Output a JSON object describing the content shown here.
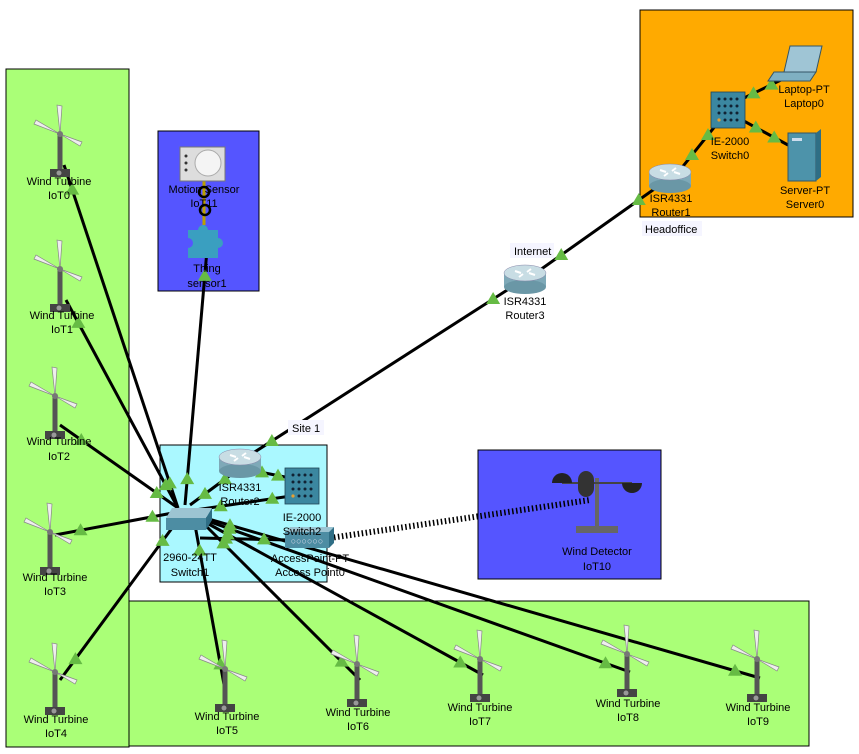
{
  "colors": {
    "iot_zone": "#aaff77",
    "sensor_zone": "#5555ff",
    "site_zone": "#aaf8ff",
    "headoffice_zone": "#ffaa00",
    "link": "#000000",
    "link_status": "#66bb44"
  },
  "notes": {
    "internet": "Internet",
    "site1": "Site 1",
    "headoffice": "Headoffice"
  },
  "devices": {
    "iot0": {
      "type": "Wind Turbine",
      "name": "IoT0"
    },
    "iot1": {
      "type": "Wind Turbine",
      "name": "IoT1"
    },
    "iot2": {
      "type": "Wind Turbine",
      "name": "IoT2"
    },
    "iot3": {
      "type": "Wind Turbine",
      "name": "IoT3"
    },
    "iot4": {
      "type": "Wind Turbine",
      "name": "IoT4"
    },
    "iot5": {
      "type": "Wind Turbine",
      "name": "IoT5"
    },
    "iot6": {
      "type": "Wind Turbine",
      "name": "IoT6"
    },
    "iot7": {
      "type": "Wind Turbine",
      "name": "IoT7"
    },
    "iot8": {
      "type": "Wind Turbine",
      "name": "IoT8"
    },
    "iot9": {
      "type": "Wind Turbine",
      "name": "IoT9"
    },
    "motion": {
      "type": "Motion Sensor",
      "name": "IoT11"
    },
    "thing": {
      "type": "Thing",
      "name": "sensor1"
    },
    "switch1": {
      "type": "2960-24TT",
      "name": "Switch1"
    },
    "router2": {
      "type": "ISR4331",
      "name": "Router2"
    },
    "switch2": {
      "type": "IE-2000",
      "name": "Switch2"
    },
    "ap": {
      "type": "AccessPoint-PT",
      "name": "Access Point0"
    },
    "wind": {
      "type": "Wind Detector",
      "name": "IoT10"
    },
    "router3": {
      "type": "ISR4331",
      "name": "Router3"
    },
    "router1": {
      "type": "ISR4331",
      "name": "Router1"
    },
    "switch0": {
      "type": "IE-2000",
      "name": "Switch0"
    },
    "laptop": {
      "type": "Laptop-PT",
      "name": "Laptop0"
    },
    "server": {
      "type": "Server-PT",
      "name": "Server0"
    }
  }
}
